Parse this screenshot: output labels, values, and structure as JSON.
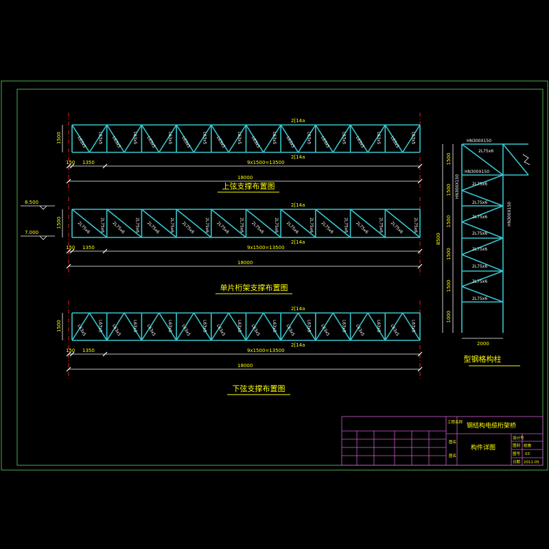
{
  "colors": {
    "background": "#000000",
    "frame": "#4caf50",
    "truss": "#37c8d0",
    "text": "#ffff00",
    "dimension": "#ffffff",
    "center_line": "#e02020",
    "title_block": "#d060d0"
  },
  "top_chord": {
    "title": "上弦支撑布置图",
    "top_label": "2[14a",
    "bottom_label": "2[14a",
    "member_labels": [
      "L63x5"
    ],
    "height_dim": "1500",
    "dim_start": "150",
    "dim_first": "1350",
    "dim_span": "9x1500=13500",
    "dim_total": "18000"
  },
  "single_truss": {
    "title": "单片桁架支撑布置图",
    "top_label": "2[14a",
    "bottom_label": "2[14a",
    "member_labels": [
      "2L75x6"
    ],
    "height_dim": "1500",
    "elevation_top": "8.500",
    "elevation_bottom": "7.000",
    "dim_start": "150",
    "dim_first": "1350",
    "dim_span": "9x1500=13500",
    "dim_total": "18000"
  },
  "bottom_chord": {
    "title": "下弦支撑布置图",
    "top_label": "2[14a",
    "bottom_label": "2[14a",
    "member_labels": [
      "L63x5"
    ],
    "height_dim": "1500",
    "dim_start": "150",
    "dim_first": "1350",
    "dim_span": "9x1500=13500",
    "dim_total": "18000"
  },
  "column": {
    "title": "型钢格构柱",
    "top_beam": "HN300X150",
    "mid_beam": "HN300X150",
    "left_column": "HN300X150",
    "right_column": "HN300X150",
    "top_brace": "2L75x6",
    "brace_labels": [
      "2L75x6",
      "2L75x6",
      "2L75x6",
      "2L75x6",
      "2L75x6",
      "2L75x6",
      "2L75x6",
      "2L75x6"
    ],
    "height_dims": [
      "1500",
      "1500",
      "1500",
      "1500",
      "1500",
      "1000"
    ],
    "total_height": "8500",
    "width_dim": "2000"
  },
  "title_block": {
    "project_label": "工程名称",
    "project_name": "钢结构电缆桁架桥",
    "drawing_name": "构件详图",
    "field_labels": [
      "图名",
      "图名"
    ],
    "right_fields": [
      {
        "label": "设计号",
        "value": ""
      },
      {
        "label": "图别",
        "value": "结施"
      },
      {
        "label": "图号",
        "value": "03"
      },
      {
        "label": "日期",
        "value": "2011.05"
      }
    ]
  }
}
